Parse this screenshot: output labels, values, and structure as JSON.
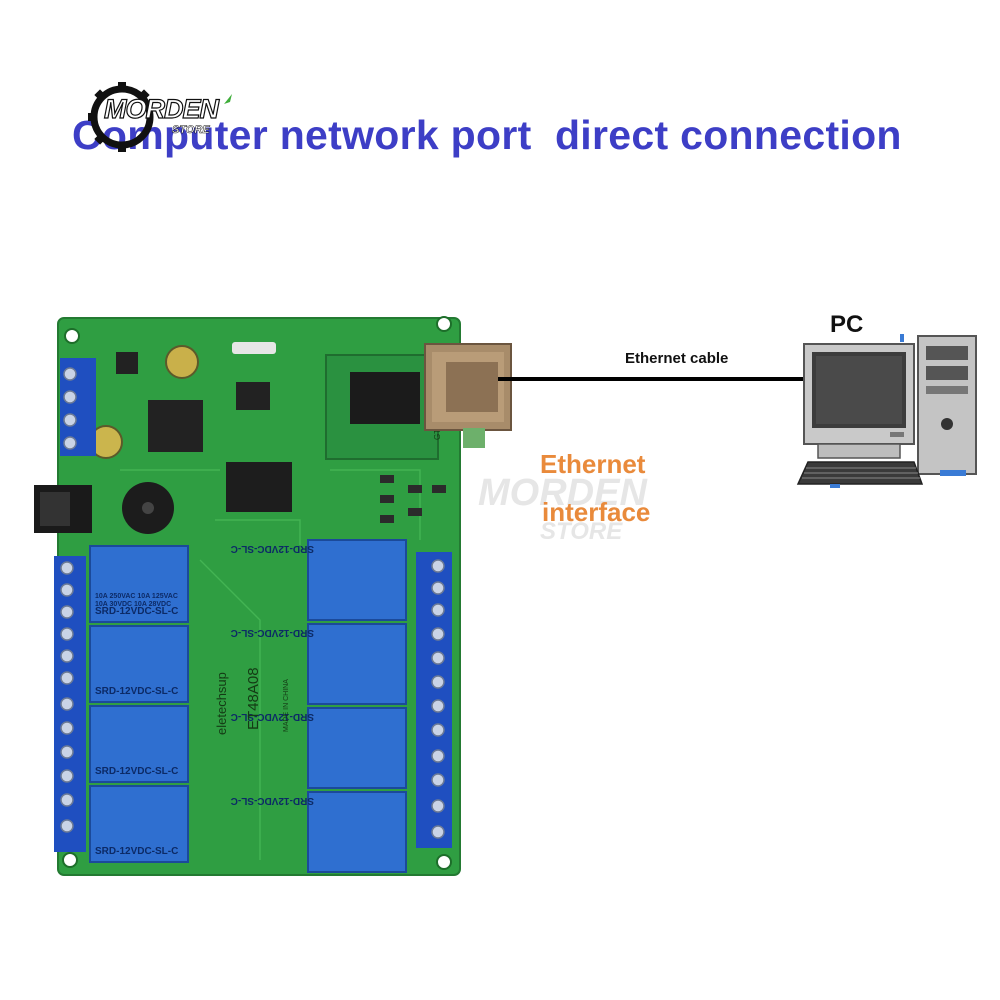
{
  "title": "Computer network port  direct connection",
  "logo": {
    "brand": "MORDEN",
    "sub": "STORE"
  },
  "watermark": {
    "brand": "MORDEN",
    "sub": "STORE"
  },
  "labels": {
    "cable": "Ethernet cable",
    "pc": "PC",
    "interface_line1": "Ethernet",
    "interface_line2": "interface"
  },
  "board": {
    "model": "ET48A08",
    "maker": "eletechsup",
    "origin": "MADE IN CHINA",
    "module_label": "GT1004",
    "relay_model": "SRD-12VDC-SL-C",
    "relay_rating_ac": "10A 250VAC  10A 125VAC",
    "relay_rating_dc": "10A 30VDC  10A 28VDC"
  },
  "colors": {
    "title": "#3d3ec6",
    "interface_label": "#e98a3b",
    "pcb": "#2e9f3e",
    "relay": "#2f6fd0",
    "terminal": "#1f4fc0"
  },
  "icons": [
    "gear-logo-icon",
    "pc-monitor-icon",
    "pc-tower-icon",
    "keyboard-icon",
    "rj45-port-icon"
  ]
}
